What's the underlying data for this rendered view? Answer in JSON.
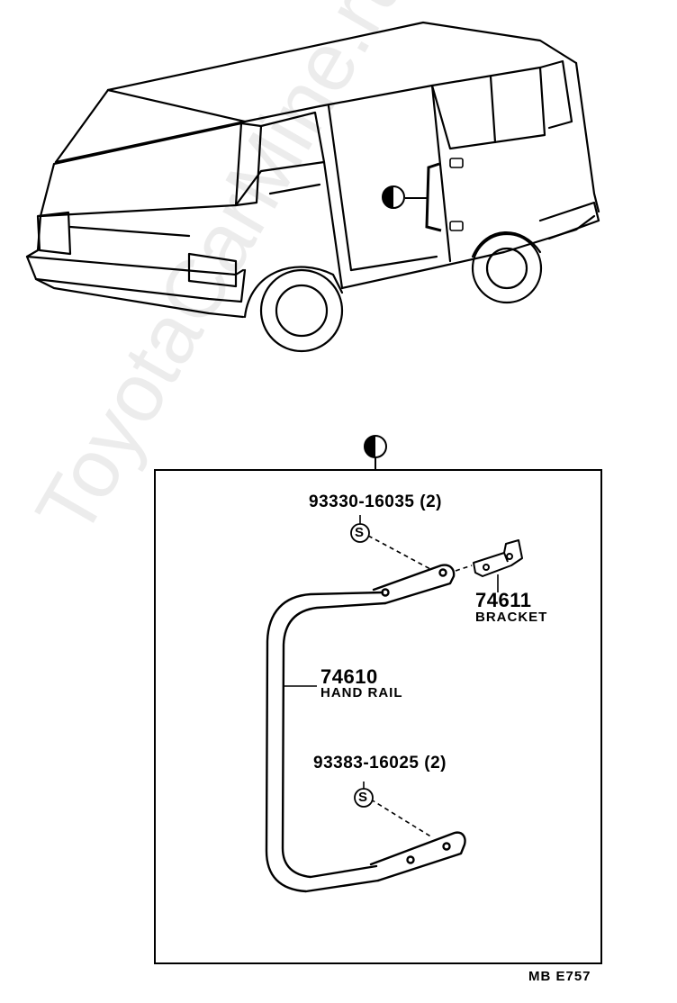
{
  "watermark": "ToyotaCarMine.ru",
  "callouts": [
    {
      "part_no": "93330-16035 (2)",
      "name": ""
    },
    {
      "part_no": "74611",
      "name": "BRACKET"
    },
    {
      "part_no": "74610",
      "name": "HAND RAIL"
    },
    {
      "part_no": "93383-16025 (2)",
      "name": ""
    }
  ],
  "symbols": {
    "standard_part": "S"
  },
  "code": "MB  E757"
}
